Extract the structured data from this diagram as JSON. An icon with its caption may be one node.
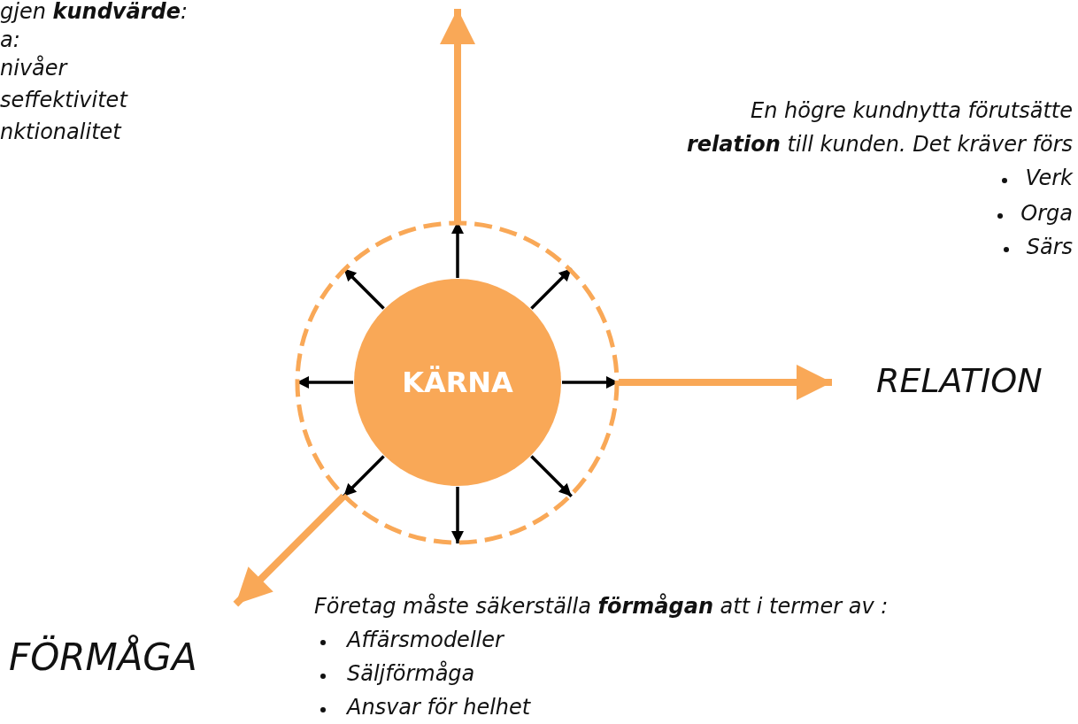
{
  "diagram": {
    "nodes": [
      {
        "text": [],
        "shape": "circle"
      },
      {
        "text": [
          "KÄRNA"
        ],
        "in": 0
      },
      {
        "text": [
          "RELATION"
        ]
      },
      {
        "text": [
          "FÖRMÅGA"
        ]
      }
    ],
    "edges": [
      {
        "from": 1,
        "to": 0,
        "arrow": "to"
      },
      {
        "from": 1,
        "to": 0,
        "arrow": "to"
      },
      {
        "from": 1,
        "to": 0,
        "arrow": "to"
      },
      {
        "from": 1,
        "to": 0,
        "arrow": "to"
      },
      {
        "from": 1,
        "to": 0,
        "arrow": "to"
      },
      {
        "from": 1,
        "to": 0,
        "arrow": "to"
      },
      {
        "from": 1,
        "to": 0,
        "arrow": "to"
      },
      {
        "from": 1,
        "to": 0,
        "arrow": "to"
      },
      {
        "from": 0,
        "to": null,
        "arrow": "to",
        "style": "thick",
        "color": "#f9a857"
      },
      {
        "from": 0,
        "to": 2,
        "arrow": "to",
        "style": "thick",
        "color": "#f9a857"
      },
      {
        "from": 0,
        "to": 3,
        "arrow": "to",
        "style": "thick",
        "color": "#f9a857"
      }
    ],
    "labels": [
      "gjen **kundvärde**:",
      "a:",
      "nivåer",
      "seffektivitet",
      "nktionalitet",
      "En högre kundnytta förutsätte",
      "**relation** till kunden. Det kräver förs",
      "Verk",
      "Orga",
      "Särs",
      "Företag måste säkerställa **förmågan** att i termer av :",
      "Affärsmodeller",
      "Säljförmåga",
      "Ansvar för helhet"
    ]
  }
}
